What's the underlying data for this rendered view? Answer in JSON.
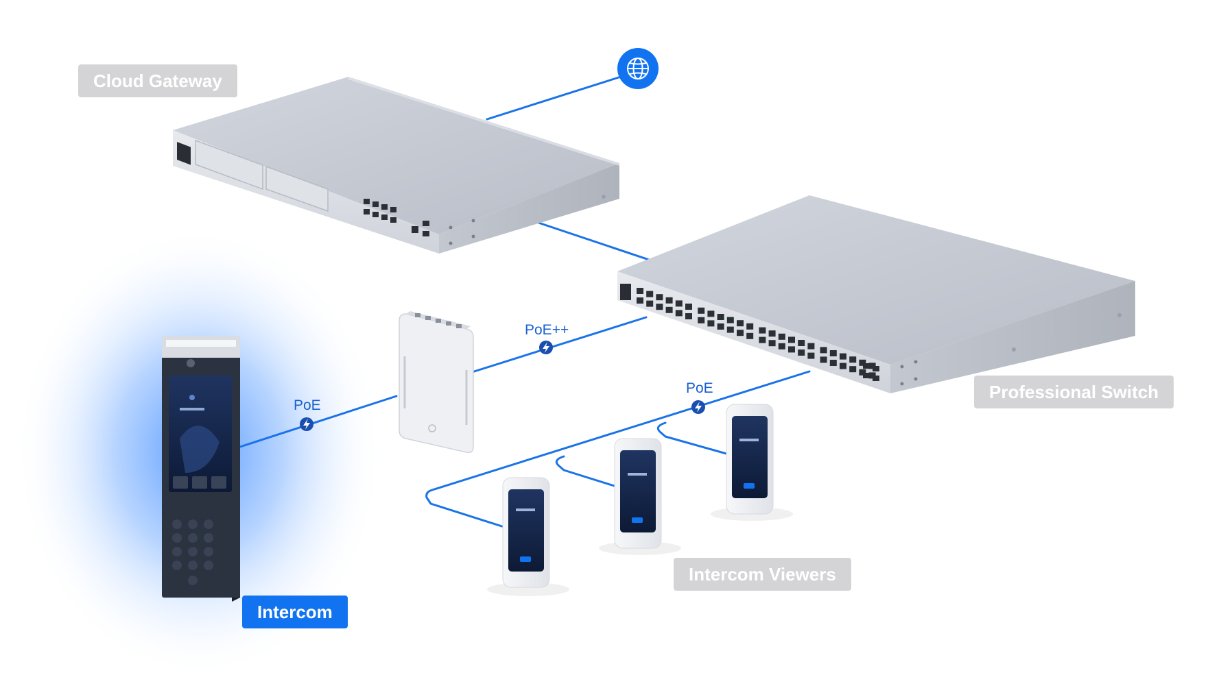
{
  "labels": {
    "cloud_gateway": "Cloud Gateway",
    "professional_switch": "Professional Switch",
    "intercom": "Intercom",
    "intercom_viewers": "Intercom Viewers"
  },
  "connections": {
    "poe_plus_plus": "PoE++",
    "poe_intercom": "PoE",
    "poe_viewers": "PoE"
  },
  "icons": {
    "internet": "globe-icon",
    "power": "lightning-bolt-icon"
  },
  "colors": {
    "cable": "#1a73e8",
    "accent": "#1273f0",
    "label_inactive": "#d4d4d6",
    "glow": "#5aa0ff"
  }
}
